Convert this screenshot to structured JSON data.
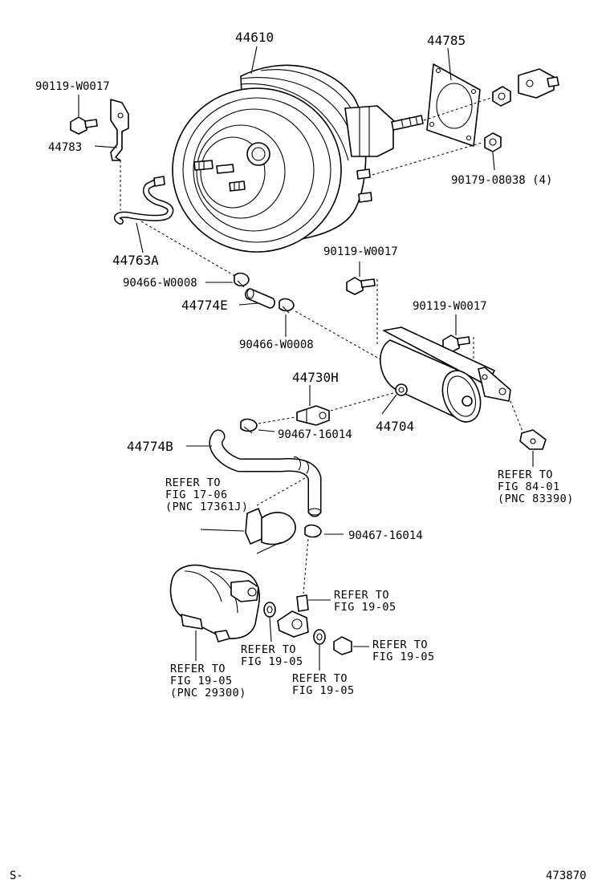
{
  "labels": {
    "p44610": "44610",
    "p44785": "44785",
    "p90119_top": "90119-W0017",
    "p44783": "44783",
    "p90179": "90179-08038 (4)",
    "p44763A": "44763A",
    "p90119_mid": "90119-W0017",
    "p90466_a": "90466-W0008",
    "p44774E": "44774E",
    "p90119_right": "90119-W0017",
    "p90466_b": "90466-W0008",
    "p44730H": "44730H",
    "p44704": "44704",
    "p90467_a": "90467-16014",
    "p44774B": "44774B",
    "p90467_b": "90467-16014"
  },
  "refs": {
    "fig17": [
      "REFER TO",
      "FIG 17-06",
      "(PNC 17361J)"
    ],
    "fig84": [
      "REFER TO",
      "FIG 84-01",
      "(PNC 83390)"
    ],
    "fig19_a": [
      "REFER TO",
      "FIG 19-05"
    ],
    "fig19_pump": [
      "REFER TO",
      "FIG 19-05",
      "(PNC 29300)"
    ],
    "fig19_b": [
      "REFER TO",
      "FIG 19-05"
    ],
    "fig19_c": [
      "REFER TO",
      "FIG 19-05"
    ],
    "fig19_d": [
      "REFER TO",
      "FIG 19-05"
    ]
  },
  "footer": {
    "left": "S-",
    "right": "473870"
  }
}
